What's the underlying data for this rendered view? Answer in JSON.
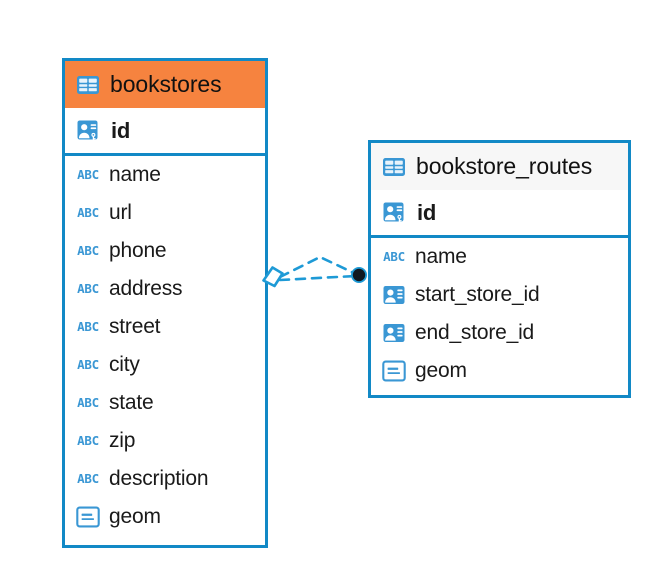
{
  "diagram": {
    "type": "entity-relationship-diagram",
    "background_color": "#ffffff",
    "accent_blue": "#1289c6",
    "highlight_orange": "#f6833f",
    "icon_blue": "#3a97d4"
  },
  "entities": [
    {
      "id": "bookstores",
      "title": "bookstores",
      "header_icon": "table-icon",
      "header_color": "#f6833f",
      "highlighted": true,
      "primary_key": {
        "name": "id",
        "icon": "primary-key-icon"
      },
      "fields": [
        {
          "name": "name",
          "icon": "abc-icon",
          "icon_label": "ABC"
        },
        {
          "name": "url",
          "icon": "abc-icon",
          "icon_label": "ABC"
        },
        {
          "name": "phone",
          "icon": "abc-icon",
          "icon_label": "ABC"
        },
        {
          "name": "address",
          "icon": "abc-icon",
          "icon_label": "ABC"
        },
        {
          "name": "street",
          "icon": "abc-icon",
          "icon_label": "ABC"
        },
        {
          "name": "city",
          "icon": "abc-icon",
          "icon_label": "ABC"
        },
        {
          "name": "state",
          "icon": "abc-icon",
          "icon_label": "ABC"
        },
        {
          "name": "zip",
          "icon": "abc-icon",
          "icon_label": "ABC"
        },
        {
          "name": "description",
          "icon": "abc-icon",
          "icon_label": "ABC"
        },
        {
          "name": "geom",
          "icon": "blob-icon",
          "icon_label": ""
        }
      ]
    },
    {
      "id": "bookstore_routes",
      "title": "bookstore_routes",
      "header_icon": "table-icon",
      "header_color": "#f7f7f7",
      "highlighted": false,
      "primary_key": {
        "name": "id",
        "icon": "primary-key-icon"
      },
      "fields": [
        {
          "name": "name",
          "icon": "abc-icon",
          "icon_label": "ABC"
        },
        {
          "name": "start_store_id",
          "icon": "foreign-key-icon",
          "icon_label": ""
        },
        {
          "name": "end_store_id",
          "icon": "foreign-key-icon",
          "icon_label": ""
        },
        {
          "name": "geom",
          "icon": "blob-icon",
          "icon_label": ""
        }
      ]
    }
  ],
  "relationship": {
    "from_entity": "bookstores",
    "to_entity": "bookstore_routes",
    "line_style": "dashed",
    "line_color": "#1289c6",
    "source_marker": "diamond-outline",
    "target_marker": "filled-circle",
    "target_marker_color": "#101820"
  }
}
